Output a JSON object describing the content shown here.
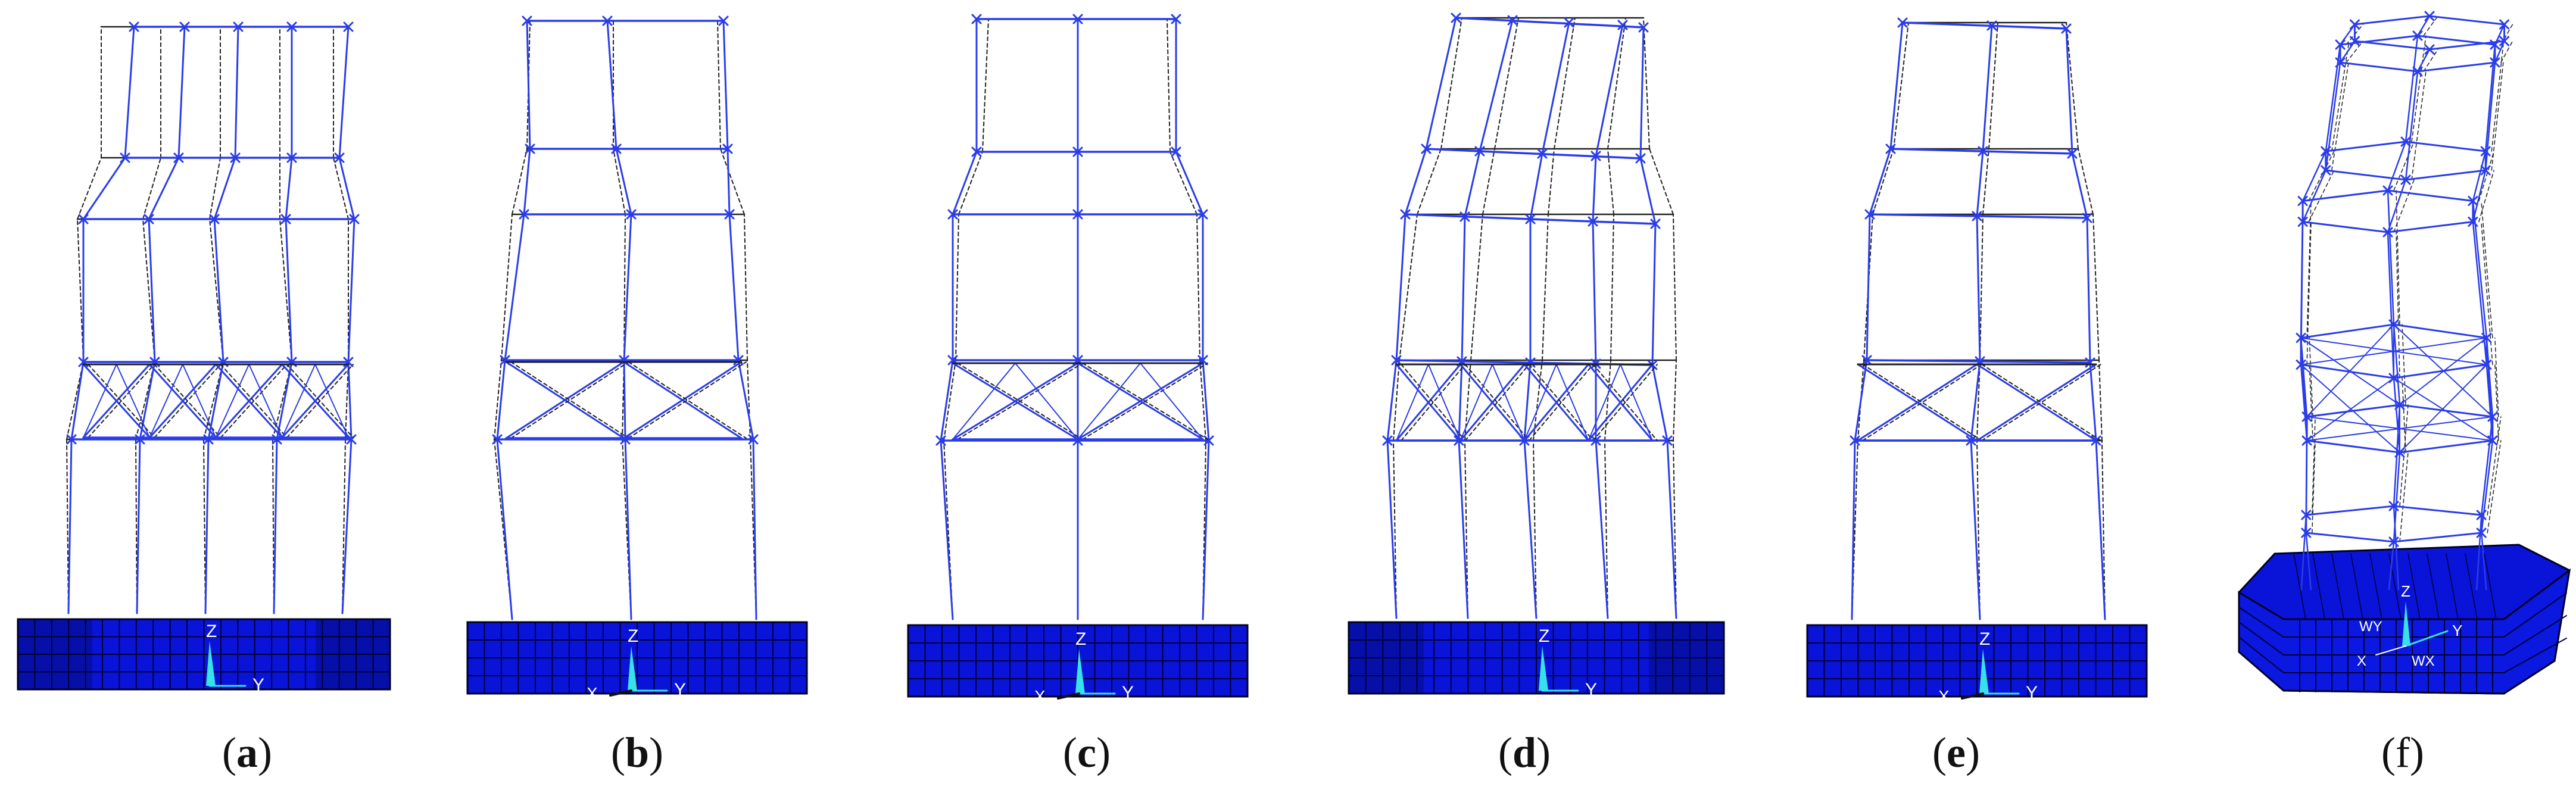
{
  "panels": [
    {
      "id": "a",
      "bold": true
    },
    {
      "id": "b",
      "bold": true
    },
    {
      "id": "c",
      "bold": true
    },
    {
      "id": "d",
      "bold": true
    },
    {
      "id": "e",
      "bold": true
    },
    {
      "id": "f",
      "bold": false
    }
  ],
  "axis_labels": {
    "z": "Z",
    "y": "Y",
    "x": "X",
    "wy": "WY",
    "wx": "WX"
  },
  "colors": {
    "deformed": "#2a3de8",
    "undeformed": "#222222",
    "base": "#0a14d8",
    "base_grid": "#000033",
    "axis": "#38e0e8",
    "axis_text": "#ffffff",
    "node": "#3344ff"
  }
}
